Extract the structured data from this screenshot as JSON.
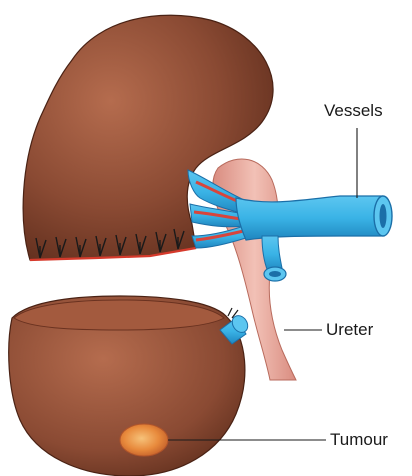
{
  "labels": {
    "vessels": "Vessels",
    "ureter": "Ureter",
    "tumour": "Tumour"
  },
  "colors": {
    "kidney": "#8a4a33",
    "kidney_highlight": "#b56c4e",
    "kidney_shadow": "#5a2a1a",
    "vessel_blue": "#3ab3e6",
    "vessel_dark": "#1b6fa8",
    "artery_red": "#d8453c",
    "ureter_pink": "#e8a59a",
    "tumour_orange": "#e88a3c",
    "suture_line": "#d63a2c",
    "suture_stitch": "#1a1a1a"
  }
}
